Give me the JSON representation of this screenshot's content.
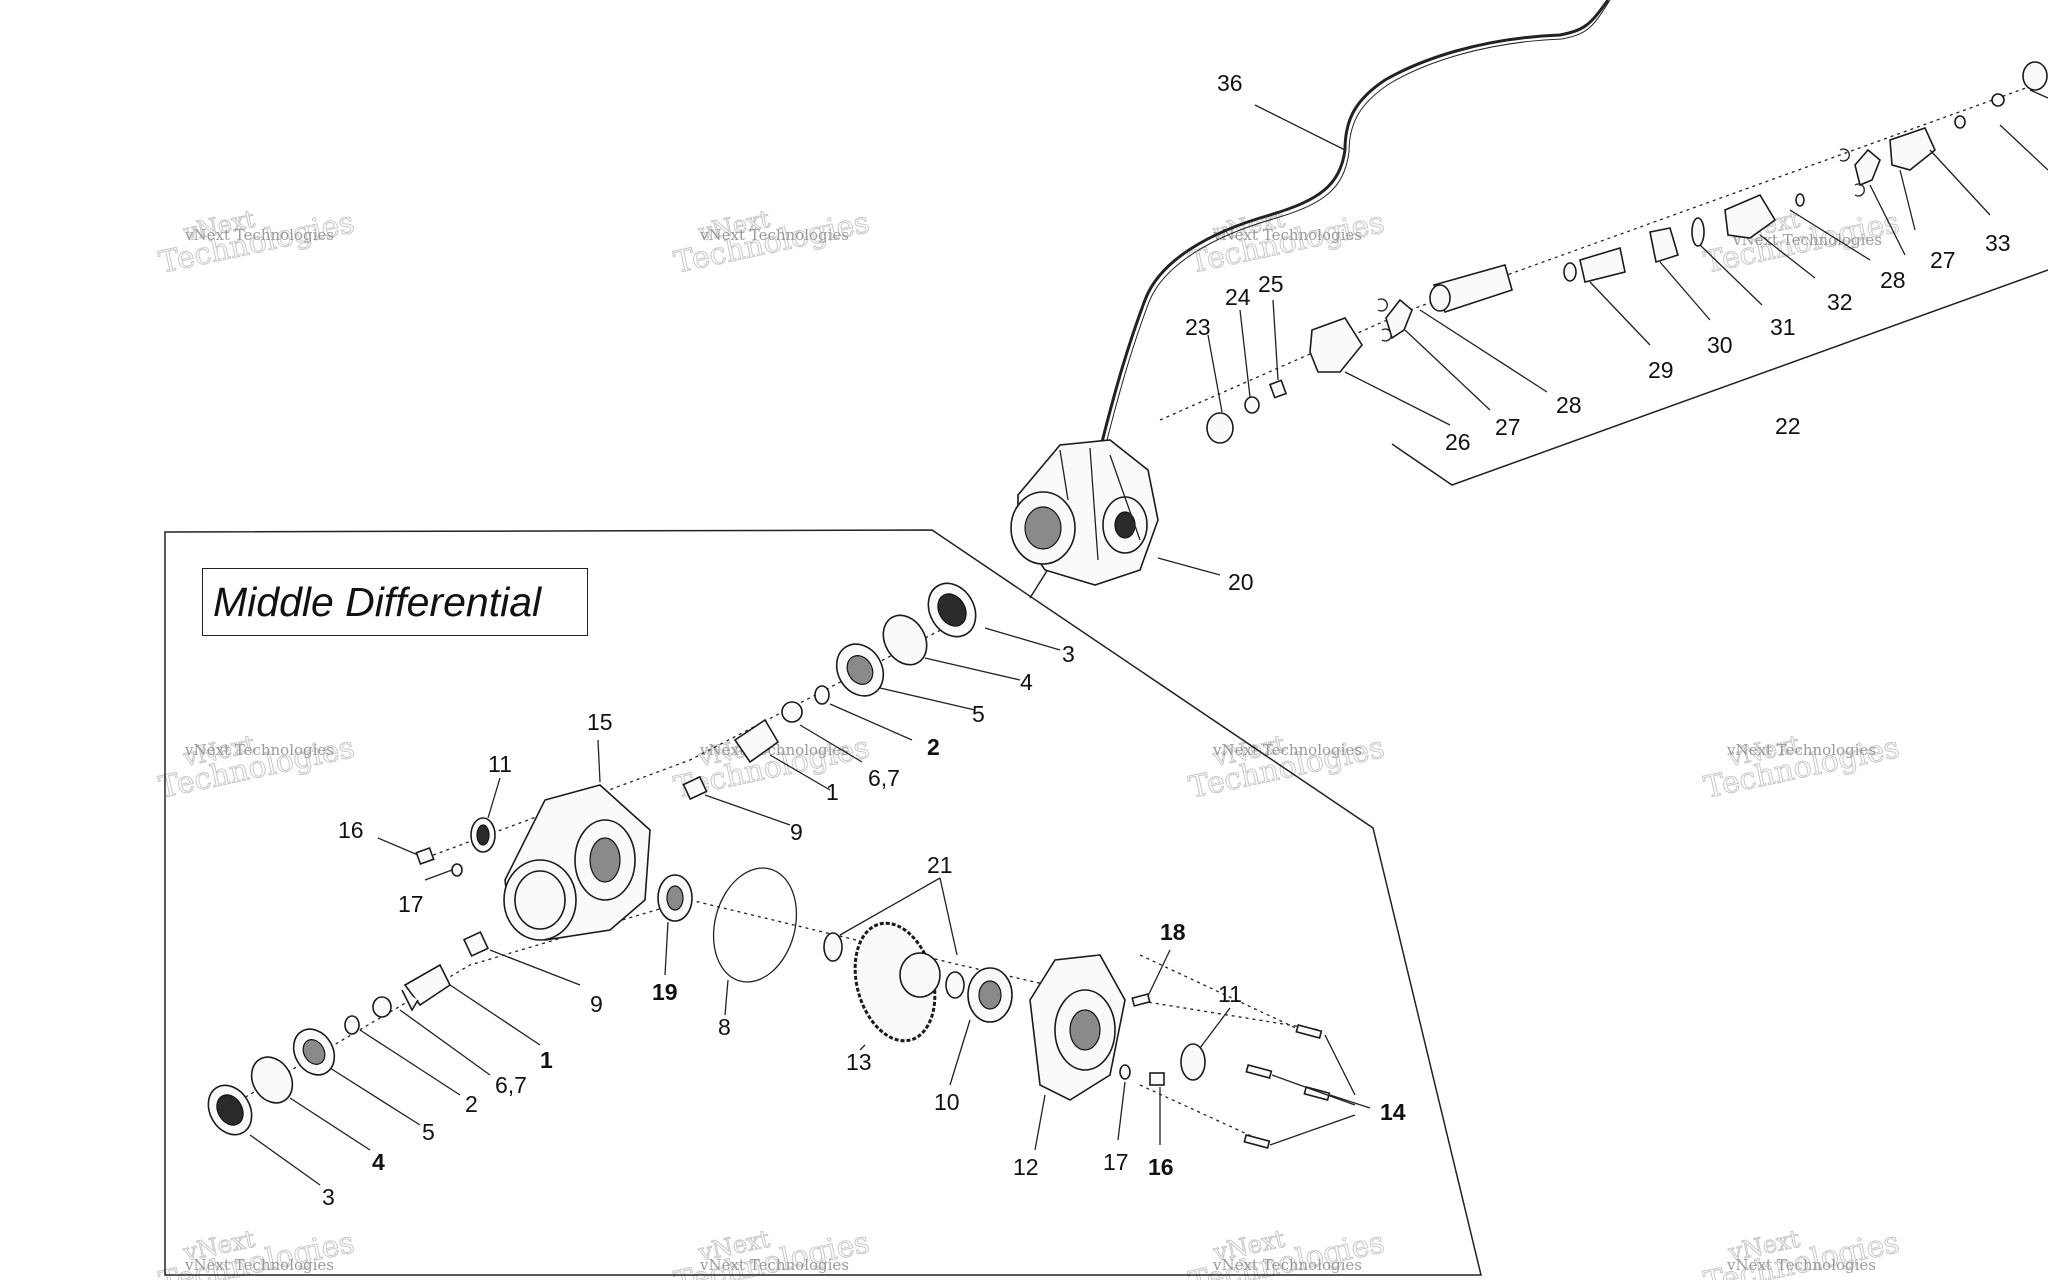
{
  "title": "Middle Differential",
  "watermark": {
    "line1": "vNext Technologies",
    "line2": "Technologies",
    "line3": "vNext"
  },
  "callouts": {
    "c36": "36",
    "c23": "23",
    "c24": "24",
    "c25": "25",
    "c26": "26",
    "c27a": "27",
    "c28a": "28",
    "c29": "29",
    "c30": "30",
    "c31": "31",
    "c32": "32",
    "c28b": "28",
    "c27b": "27",
    "c33": "33",
    "c22": "22",
    "c20": "20",
    "c3a": "3",
    "c4a": "4",
    "c5a": "5",
    "c2a": "2",
    "c67a": "6,7",
    "c1a": "1",
    "c15": "15",
    "c11a": "11",
    "c16a": "16",
    "c17a": "17",
    "c9a": "9",
    "c9b": "9",
    "c21": "21",
    "c19": "19",
    "c8": "8",
    "c13": "13",
    "c10": "10",
    "c18": "18",
    "c11b": "11",
    "c12": "12",
    "c17b": "17",
    "c16b": "16",
    "c14": "14",
    "c1b": "1",
    "c67b": "6,7",
    "c2b": "2",
    "c5b": "5",
    "c4b": "4",
    "c3b": "3"
  }
}
